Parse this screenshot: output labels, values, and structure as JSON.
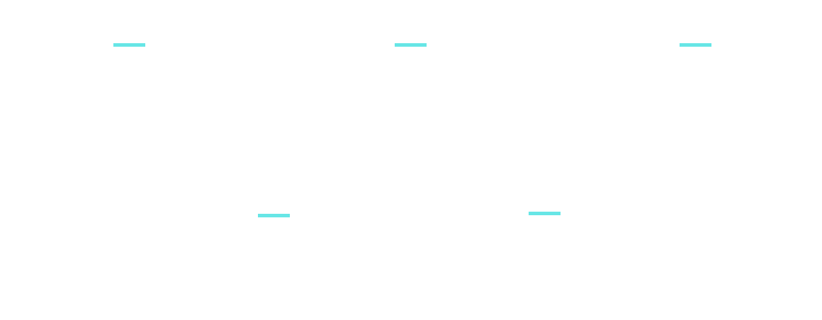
{
  "accent_color": "#67e6e6",
  "background_color": "#ffffff",
  "dashes": [
    {
      "id": "dash-1",
      "icon": "dash-icon"
    },
    {
      "id": "dash-2",
      "icon": "dash-icon"
    },
    {
      "id": "dash-3",
      "icon": "dash-icon"
    },
    {
      "id": "dash-4",
      "icon": "dash-icon"
    },
    {
      "id": "dash-5",
      "icon": "dash-icon"
    }
  ]
}
